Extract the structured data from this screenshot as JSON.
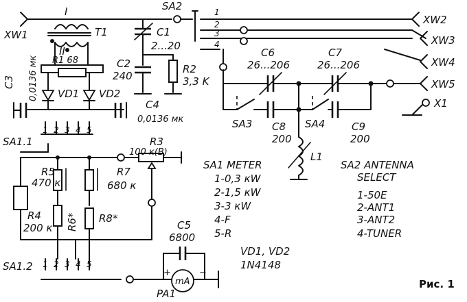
{
  "labels": {
    "xw1": "XW1",
    "xw2": "XW2",
    "xw3": "XW3",
    "xw4": "XW4",
    "xw5": "XW5",
    "x1": "X1",
    "l_i": "I",
    "l_ii": "II",
    "t1": "T1",
    "sa2": "SA2",
    "c1": "C1",
    "c1_val": "2...20",
    "c2": "C2",
    "c2_val": "240",
    "r2": "R2",
    "r2_val": "3,3 K",
    "r1": "R1 68",
    "c3": "C3",
    "c3_val": "0,0136 мк",
    "vd1": "VD1",
    "vd2": "VD2",
    "c4": "C4",
    "c4_val": "0,0136 мк",
    "c6": "C6",
    "c6_val": "26...206",
    "c7": "C7",
    "c7_val": "26...206",
    "sa3": "SA3",
    "sa4": "SA4",
    "c8": "C8",
    "c8_val": "200",
    "c9": "C9",
    "c9_val": "200",
    "l1": "L1",
    "sa11": "SA1.1",
    "sa12": "SA1.2",
    "r3": "R3",
    "r3_val": "100 к(B)",
    "r5": "R5",
    "r5_val": "470 к",
    "r7": "R7",
    "r7_val": "680 к",
    "r4": "R4",
    "r4_val": "200 к",
    "r6": "R6*",
    "r8": "R8*",
    "c5": "C5",
    "c5_val": "6800",
    "ma": "mA",
    "pa1": "PA1",
    "plus": "+",
    "minus": "−",
    "sw1_nums": [
      "1",
      "2",
      "3",
      "4",
      "5"
    ],
    "sw2_nums": [
      "1",
      "2",
      "3",
      "4",
      "5"
    ],
    "sa2_lines": [
      "1",
      "2",
      "3",
      "4"
    ],
    "fig": "Рис. 1"
  },
  "legend_sa1": {
    "title": "SA1 METER",
    "items": [
      "1-0,3 кW",
      "2-1,5 кW",
      "3-3 кW",
      "4-F",
      "5-R"
    ]
  },
  "legend_sa2": {
    "title": "SA2 ANTENNA",
    "subtitle": "SELECT",
    "items": [
      "1-50E",
      "2-ANT1",
      "3-ANT2",
      "4-TUNER"
    ]
  },
  "legend_diodes": {
    "line1": "VD1, VD2",
    "line2": "1N4148"
  }
}
